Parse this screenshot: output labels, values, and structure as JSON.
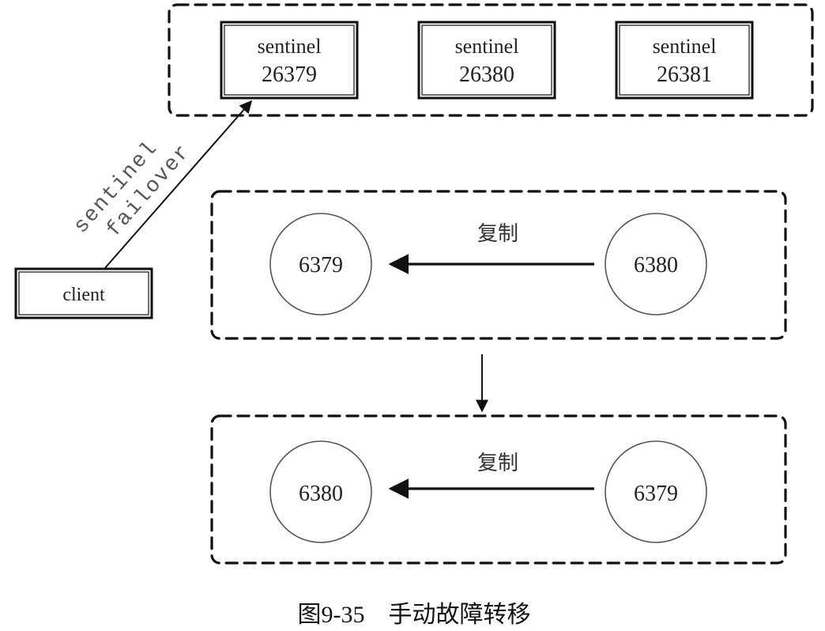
{
  "sentinels": [
    {
      "name": "sentinel",
      "port": "26379"
    },
    {
      "name": "sentinel",
      "port": "26380"
    },
    {
      "name": "sentinel",
      "port": "26381"
    }
  ],
  "client": {
    "label": "client"
  },
  "command": {
    "line1": "sentinel",
    "line2": "failover"
  },
  "before": {
    "master": "6379",
    "slave": "6380",
    "link_label": "复制"
  },
  "after": {
    "master": "6380",
    "slave": "6379",
    "link_label": "复制"
  },
  "caption": "图9-35　手动故障转移"
}
